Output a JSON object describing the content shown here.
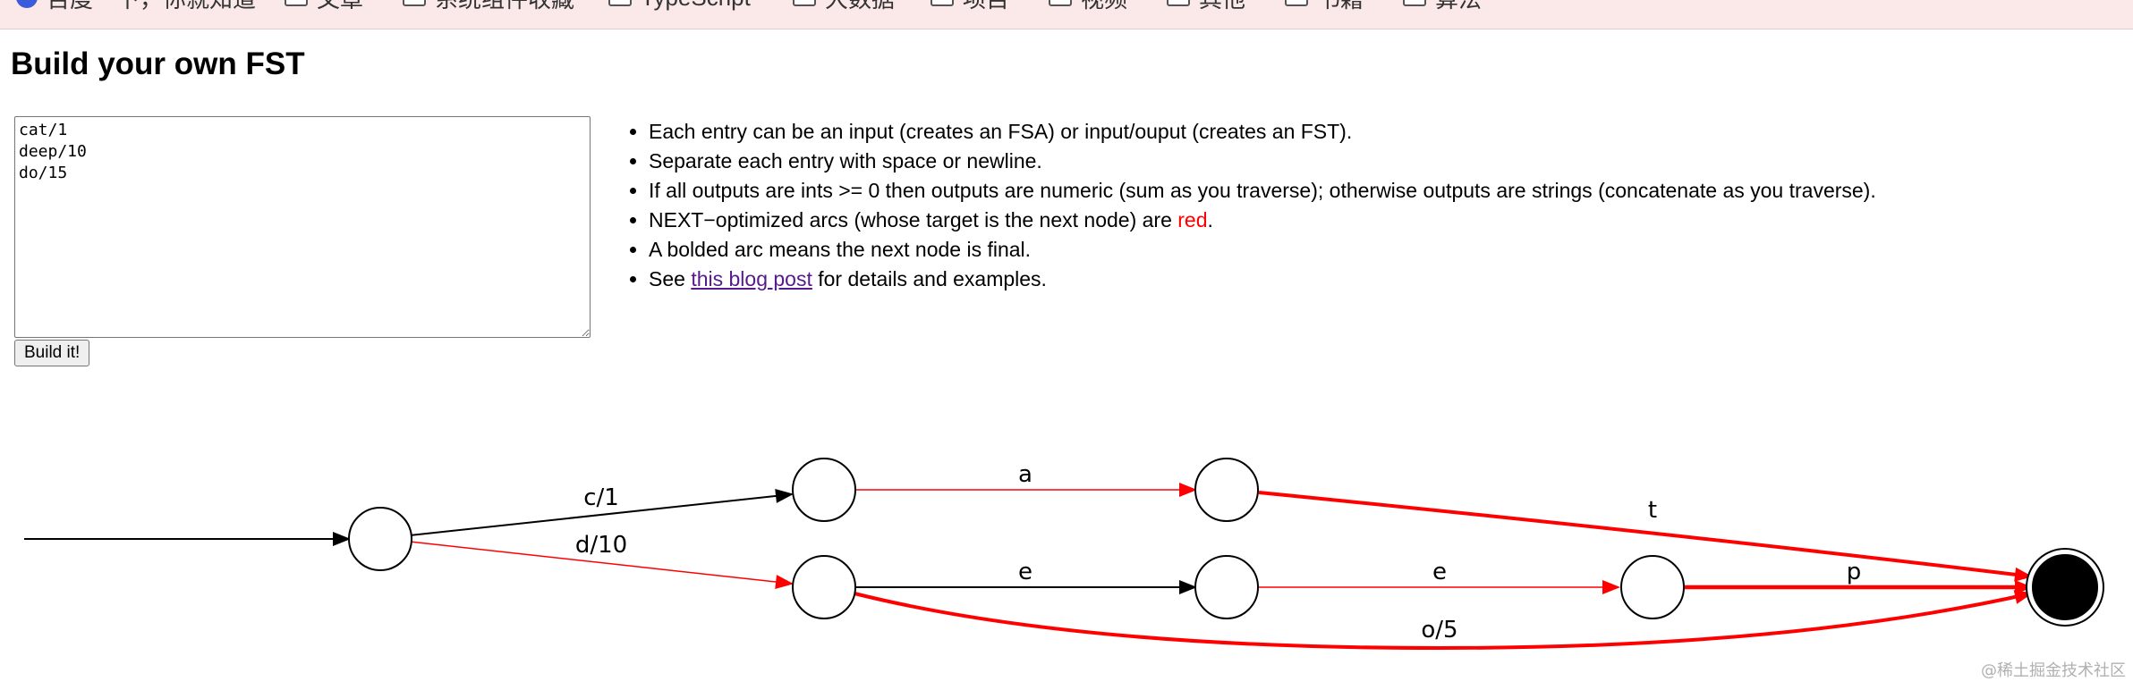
{
  "bookmarks": [
    {
      "label": "百度一下，你就知道",
      "icon": "site-icon"
    },
    {
      "label": "文章",
      "icon": "folder-icon"
    },
    {
      "label": "系统组件收藏",
      "icon": "folder-icon"
    },
    {
      "label": "TypeScript",
      "icon": "folder-icon"
    },
    {
      "label": "大数据",
      "icon": "folder-icon"
    },
    {
      "label": "项目",
      "icon": "folder-icon"
    },
    {
      "label": "视频",
      "icon": "folder-icon"
    },
    {
      "label": "其他",
      "icon": "folder-icon"
    },
    {
      "label": "书籍",
      "icon": "folder-icon"
    },
    {
      "label": "算法",
      "icon": "folder-icon"
    }
  ],
  "page": {
    "title": "Build your own FST"
  },
  "input": {
    "value": "cat/1\ndeep/10\ndo/15",
    "build_label": "Build it!"
  },
  "instructions": {
    "item1": "Each entry can be an input (creates an FSA) or input/ouput (creates an FST).",
    "item2": "Separate each entry with space or newline.",
    "item3": "If all outputs are ints >= 0 then outputs are numeric (sum as you traverse); otherwise outputs are strings (concatenate as you traverse).",
    "item4_prefix": "NEXT−optimized arcs (whose target is the next node) are ",
    "item4_red": "red",
    "item4_suffix": ".",
    "item5": "A bolded arc means the next node is final.",
    "item6_prefix": "See ",
    "item6_link": "this blog post",
    "item6_suffix": " for details and examples."
  },
  "graph": {
    "colors": {
      "normal": "#000000",
      "next_optimized": "#ff0000"
    },
    "edges": [
      {
        "label": "c/1",
        "style": "normal"
      },
      {
        "label": "d/10",
        "style": "next-optimized"
      },
      {
        "label": "a",
        "style": "next-optimized"
      },
      {
        "label": "t",
        "style": "next-optimized-bold"
      },
      {
        "label": "e",
        "style": "normal"
      },
      {
        "label": "e",
        "style": "next-optimized"
      },
      {
        "label": "p",
        "style": "next-optimized-bold"
      },
      {
        "label": "o/5",
        "style": "next-optimized-bold"
      }
    ]
  },
  "watermark": "@稀土掘金技术社区"
}
